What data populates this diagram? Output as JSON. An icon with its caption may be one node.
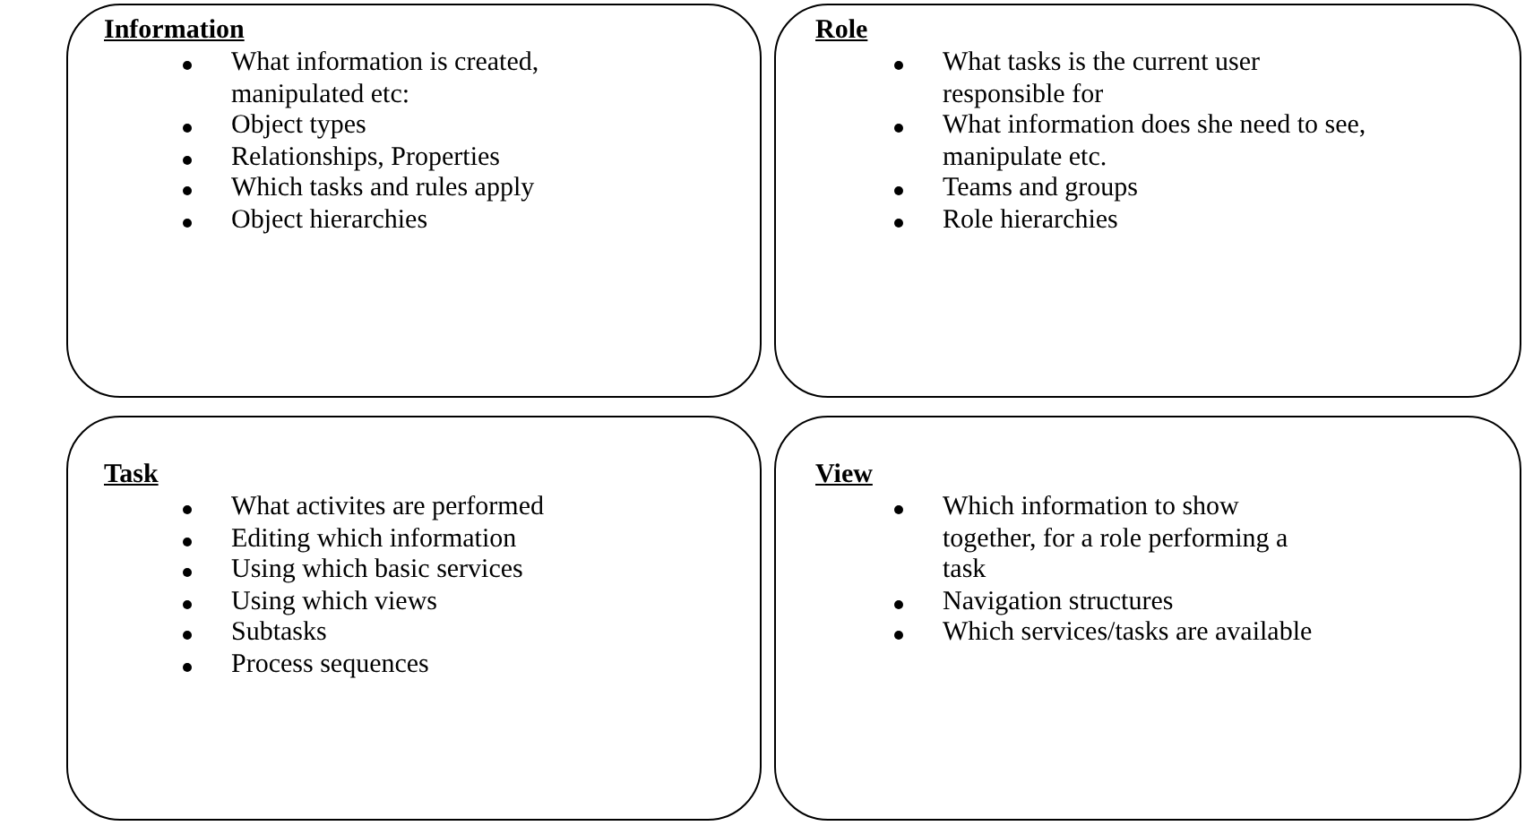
{
  "diagram": {
    "nodes": [
      {
        "text": [
          "Information",
          "What information is created, manipulated etc:",
          "Object types",
          "Relationships, Properties",
          "Which tasks and rules apply",
          "Object hierarchies"
        ]
      },
      {
        "text": [
          "Role",
          "What tasks is the current user responsible for",
          "What information does she need to see, manipulate etc.",
          "Teams and groups",
          "Role hierarchies"
        ]
      },
      {
        "text": [
          "Task",
          "What activites are performed",
          "Editing which information",
          "Using which basic services",
          "Using which views",
          "Subtasks",
          "Process sequences"
        ]
      },
      {
        "text": [
          "View",
          "Which information to show together, for a role performing a task",
          "Navigation structures",
          "Which services/tasks are available"
        ]
      }
    ]
  }
}
